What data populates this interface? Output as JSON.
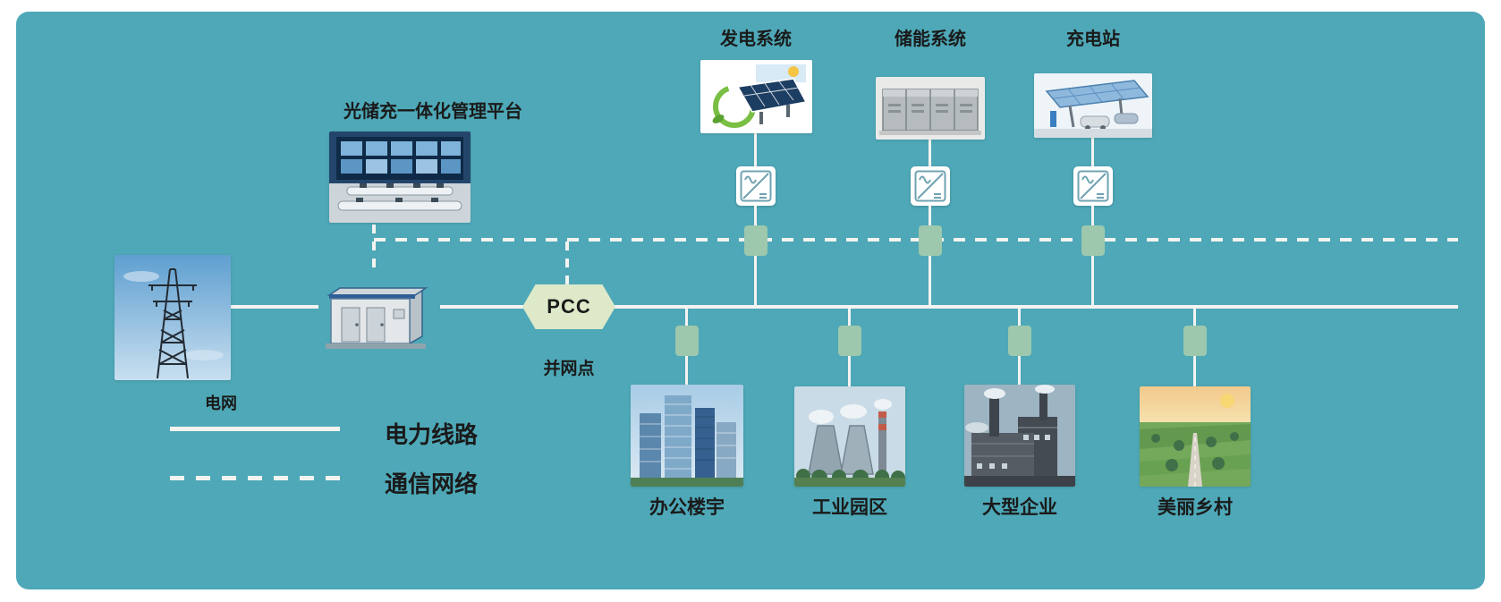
{
  "colors": {
    "background": "#4EA8B7",
    "connector_block": "#9DC8AD",
    "pcc_fill": "#DDE9C8",
    "line": "#F3F3F0",
    "text": "#1A1A1A"
  },
  "platform": {
    "label": "光储充一体化管理平台"
  },
  "grid": {
    "label": "电网"
  },
  "pcc": {
    "label": "PCC",
    "sublabel": "并网点"
  },
  "legend": {
    "power_line": "电力线路",
    "comm_network": "通信网络"
  },
  "top_systems": [
    {
      "label": "发电系统"
    },
    {
      "label": "储能系统"
    },
    {
      "label": "充电站"
    }
  ],
  "bottom_loads": [
    {
      "label": "办公楼宇"
    },
    {
      "label": "工业园区"
    },
    {
      "label": "大型企业"
    },
    {
      "label": "美丽乡村"
    }
  ]
}
